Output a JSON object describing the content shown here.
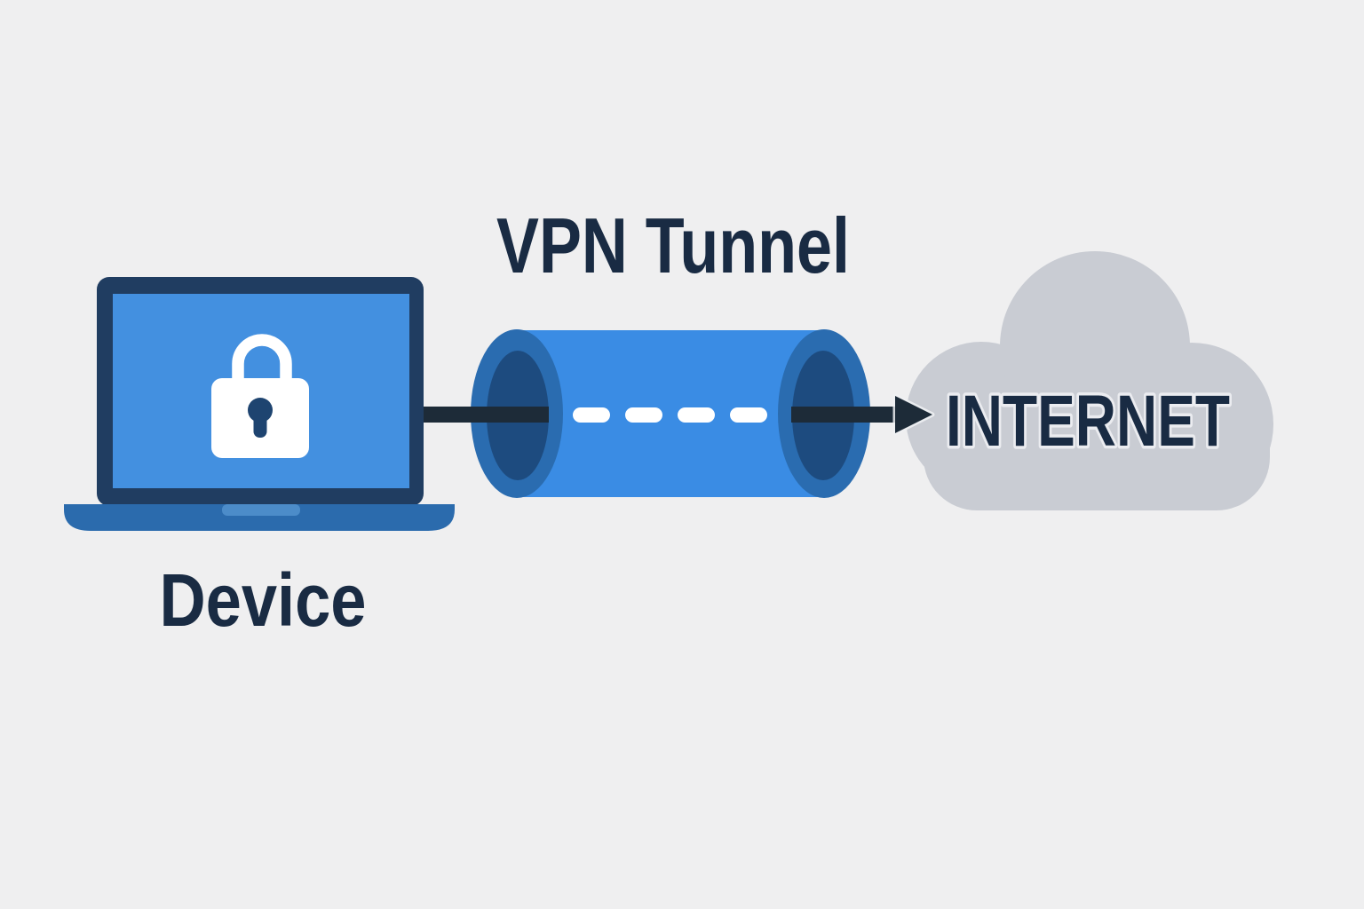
{
  "diagram": {
    "description": "VPN tunnel concept diagram",
    "device": {
      "label": "Device",
      "icon": "laptop-with-lock-icon"
    },
    "tunnel": {
      "label": "VPN Tunnel",
      "icon": "tunnel-cylinder-icon"
    },
    "internet": {
      "label": "INTERNET",
      "icon": "cloud-icon"
    },
    "colors": {
      "background": "#efeff0",
      "laptop_frame": "#203d61",
      "laptop_screen": "#4390e0",
      "laptop_base": "#2b6bad",
      "laptop_base_notch": "#4c8cc9",
      "lock": "#ffffff",
      "keyhole": "#1e4470",
      "tunnel_body": "#3a8ce4",
      "tunnel_ring": "#2a6cb0",
      "tunnel_inner": "#1d4b7f",
      "arrow": "#1d2b38",
      "dash": "#ffffff",
      "cloud": "#c9ccd3",
      "label_text": "#192b43"
    }
  }
}
